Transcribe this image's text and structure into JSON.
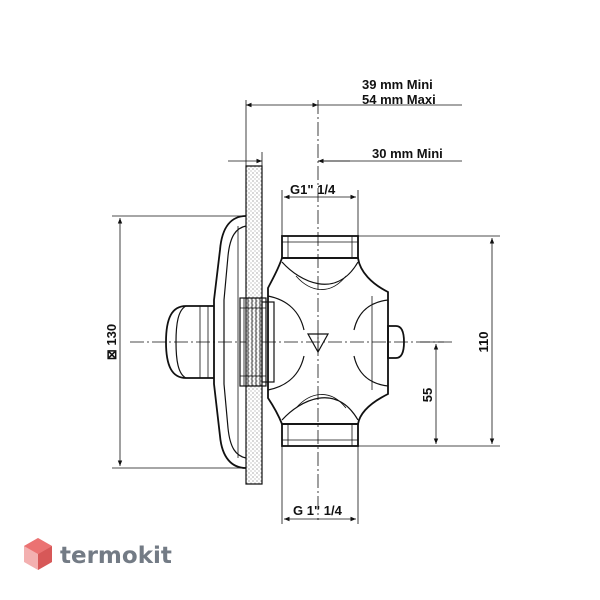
{
  "drawing": {
    "dim_depth_mini_maxi": [
      "39  mm Mini",
      "54 mm  Maxi"
    ],
    "dim_depth_mini_30": "30  mm Mini",
    "thread_top": "G1\" 1/4",
    "thread_bottom": "G 1\" 1/4",
    "plate_size": "⊠ 130",
    "height_110": "110",
    "height_55": "55"
  },
  "brand": {
    "name": "termokit",
    "logo_colors": [
      "#e85a5a",
      "#f2a3a3",
      "#d13b3b"
    ]
  }
}
